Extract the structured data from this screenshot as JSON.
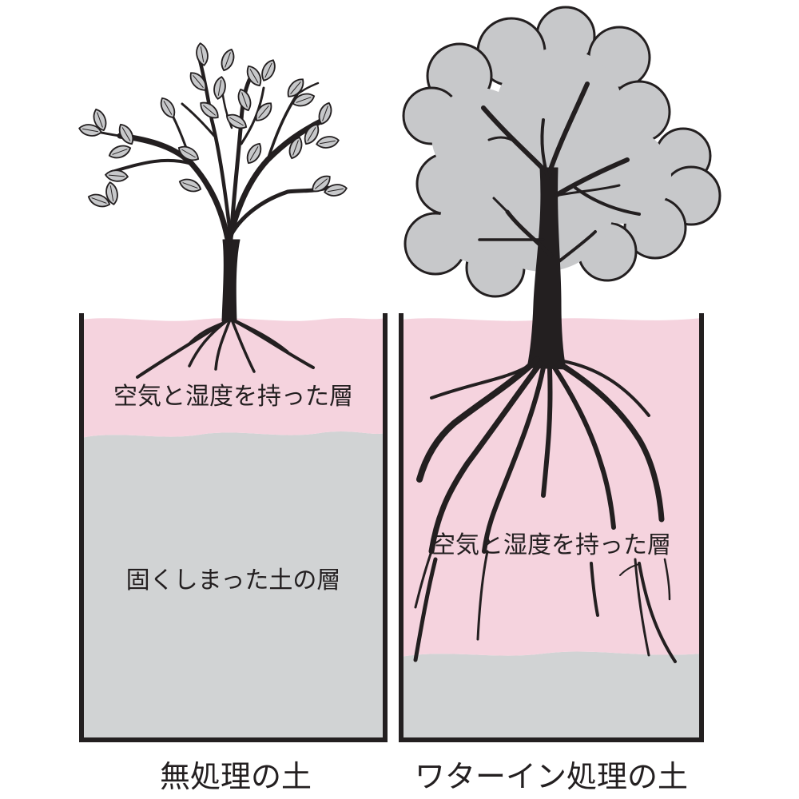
{
  "diagram": {
    "left_panel": {
      "caption": "無処理の土",
      "upper_layer_label": "空気と湿度を持った層",
      "lower_layer_label": "固くしまった土の層"
    },
    "right_panel": {
      "caption": "ワターイン処理の土",
      "upper_layer_label": "空気と湿度を持った層"
    }
  },
  "colors": {
    "pink_layer": "#f5d3de",
    "gray_layer": "#d1d3d4",
    "leaf_fill": "#c7c8ca",
    "ink": "#231f20"
  }
}
